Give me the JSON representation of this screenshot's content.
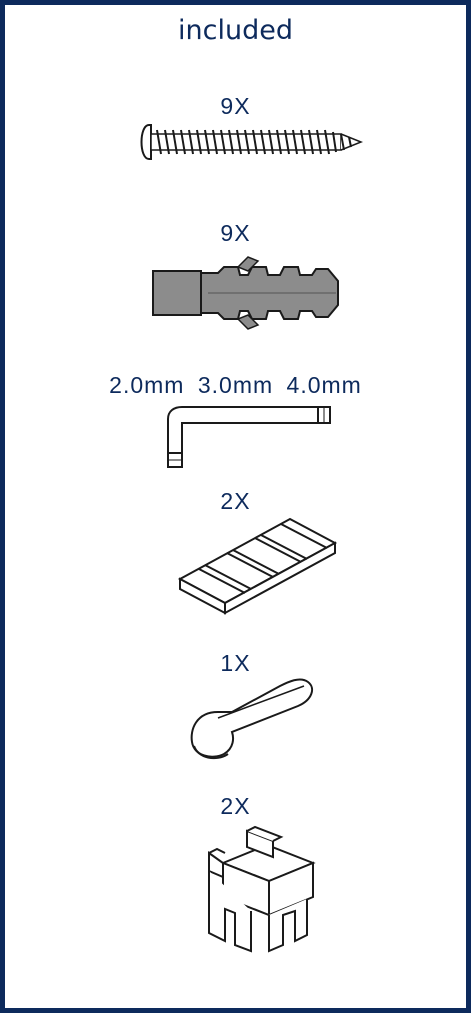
{
  "title": "included",
  "colors": {
    "frame": "#0d2a5c",
    "text": "#0d2a5c",
    "outline": "#1a1a1a",
    "fill_gray": "#8c8c8c"
  },
  "parts": [
    {
      "name": "screw",
      "quantity": "9X"
    },
    {
      "name": "wall-plug",
      "quantity": "9X"
    },
    {
      "name": "hex-key",
      "sizes": [
        "2.0mm",
        "3.0mm",
        "4.0mm"
      ]
    },
    {
      "name": "shim-wedge",
      "quantity": "2X"
    },
    {
      "name": "spanner-tool",
      "quantity": "1X"
    },
    {
      "name": "corner-spacer",
      "quantity": "2X"
    }
  ]
}
